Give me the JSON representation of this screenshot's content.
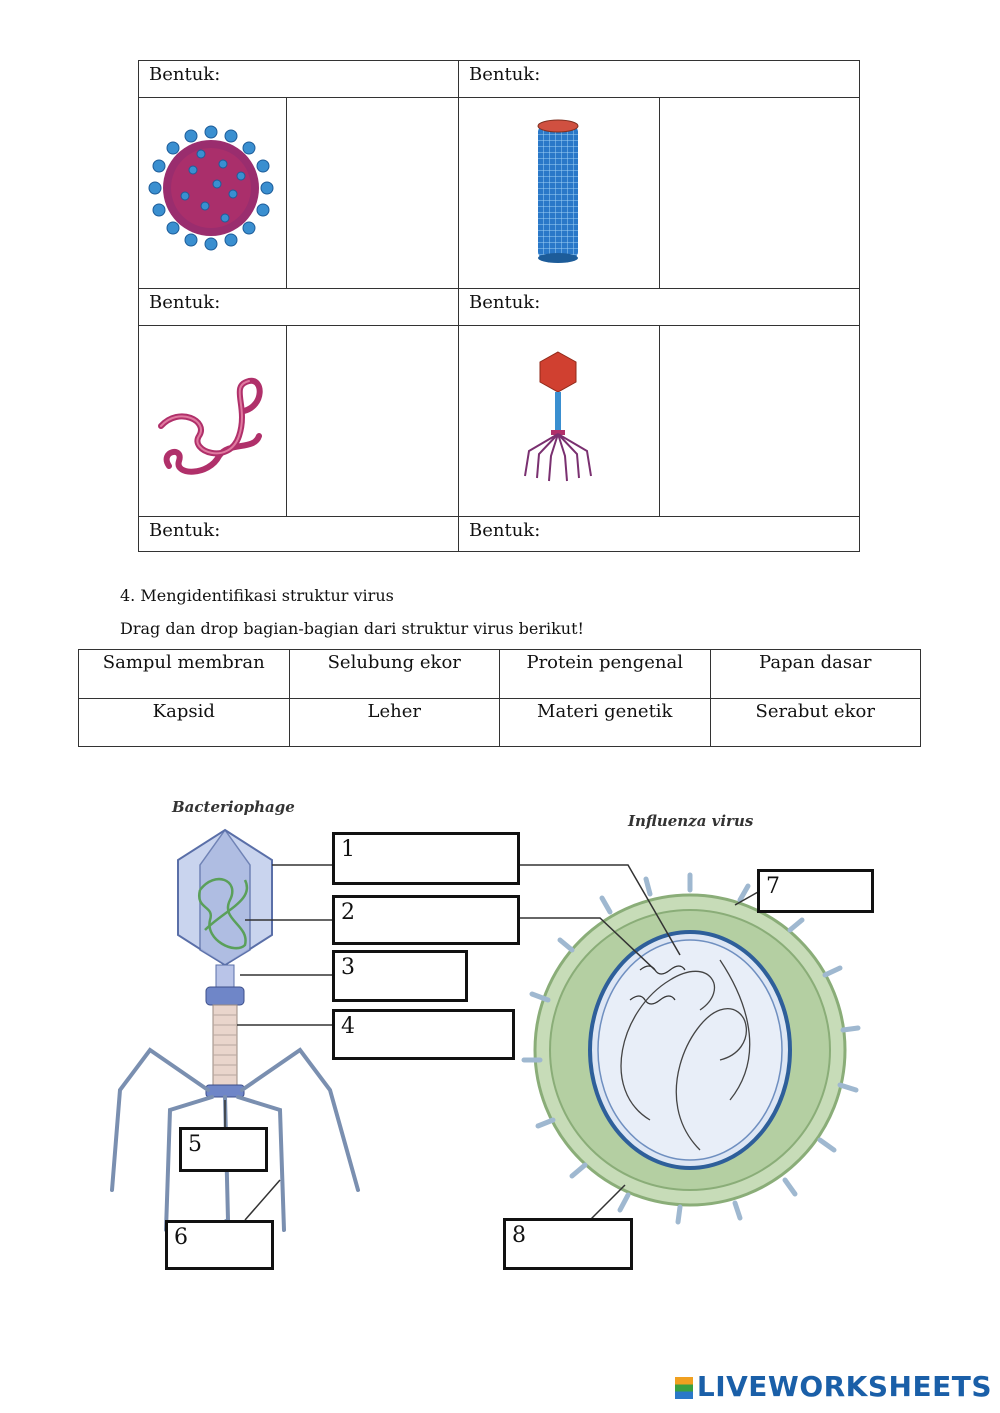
{
  "shape_table": {
    "bentuk_label": "Bentuk:"
  },
  "section4": {
    "title": "4. Mengidentifikasi struktur virus",
    "instruction": "Drag dan drop bagian-bagian dari struktur virus berikut!"
  },
  "word_bank": [
    [
      "Sampul membran",
      "Selubung ekor",
      "Protein pengenal",
      "Papan dasar"
    ],
    [
      "Kapsid",
      "Leher",
      "Materi genetik",
      "Serabut ekor"
    ]
  ],
  "diagram": {
    "bacteriophage_caption": "Bacteriophage",
    "influenza_caption": "Influenza virus",
    "boxes": [
      "1",
      "2",
      "3",
      "4",
      "5",
      "6",
      "7",
      "8"
    ]
  },
  "branding": {
    "logo_text": "LIVEWORKSHEETS"
  },
  "colors": {
    "virus_pink": "#b0306a",
    "tube_blue": "#2a78c8",
    "capsid_red": "#d04030",
    "membrane_green": "#a8c89a"
  }
}
